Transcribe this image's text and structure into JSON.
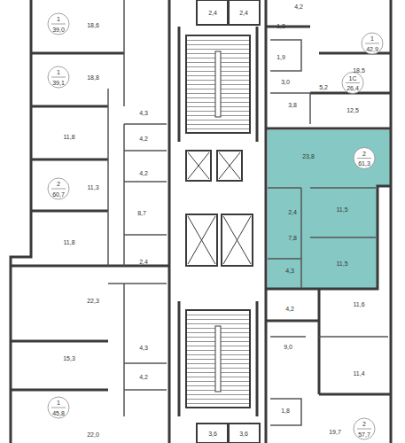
{
  "diagram": {
    "nodes": [
      {
        "text": [
          "23,8",
          "2",
          "61,3",
          "2,4",
          "11,5",
          "7,8",
          "11,5",
          "4,3"
        ]
      }
    ],
    "edges": [],
    "labels": [
      "2,4",
      "2,4",
      "4,2",
      "18,6",
      "1",
      "39,0",
      "1,8",
      "1",
      "42,9",
      "1,9",
      "18,5",
      "1",
      "39,1",
      "18,8",
      "3,0",
      "5,2",
      "1С",
      "26,4",
      "3,8",
      "12,5",
      "4,3",
      "11,8",
      "4,2",
      "4,2",
      "2",
      "60,7",
      "11,3",
      "8,7",
      "11,8",
      "2,4",
      "22,3",
      "4,2",
      "11,6",
      "9,0",
      "4,3",
      "15,3",
      "11,4",
      "4,2",
      "1",
      "45,8",
      "1,8",
      "2",
      "57,7",
      "19,7",
      "22,0",
      "3,6",
      "3,6"
    ]
  }
}
